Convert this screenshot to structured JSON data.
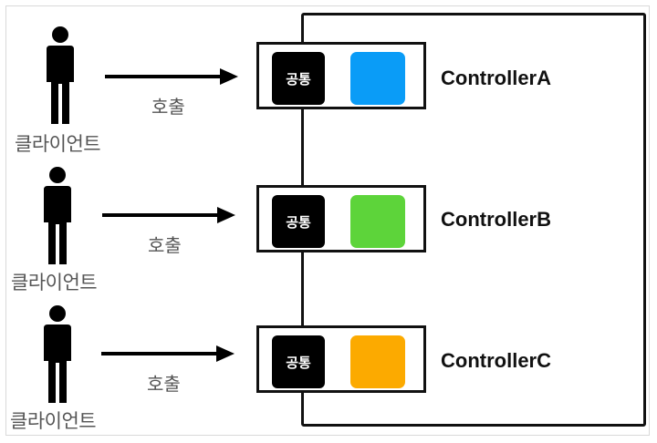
{
  "rows": [
    {
      "client_label": "클라이언트",
      "call_label": "호출",
      "common_label": "공통",
      "controller_name": "ControllerA",
      "square_color": "#0A9CF7"
    },
    {
      "client_label": "클라이언트",
      "call_label": "호출",
      "common_label": "공통",
      "controller_name": "ControllerB",
      "square_color": "#5DD43A"
    },
    {
      "client_label": "클라이언트",
      "call_label": "호출",
      "common_label": "공통",
      "controller_name": "ControllerC",
      "square_color": "#FCAA00"
    }
  ],
  "icons": {
    "client": "person-icon",
    "call": "arrow-right-icon"
  }
}
